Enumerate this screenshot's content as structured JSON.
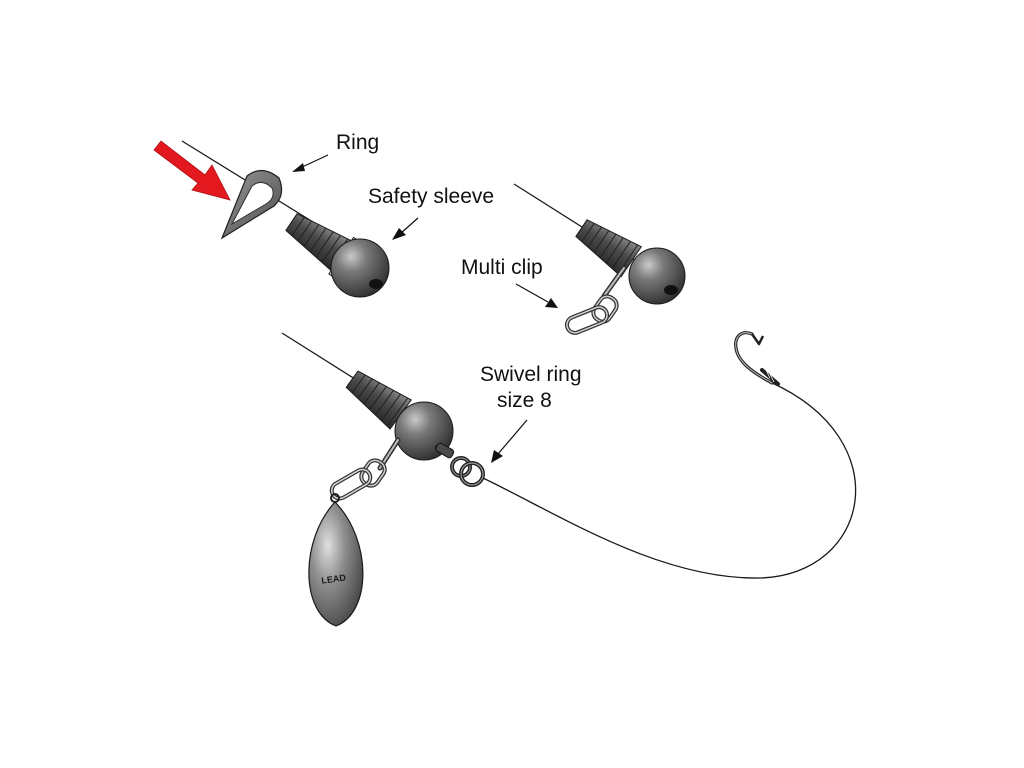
{
  "labels": {
    "ring": "Ring",
    "safety_sleeve": "Safety sleeve",
    "multi_clip": "Multi clip",
    "swivel_ring_line1": "Swivel ring",
    "swivel_ring_line2": "size 8",
    "lead": "LEAD"
  },
  "colors": {
    "pointer_arrow": "#e3191f",
    "bead": "#5a5a5a",
    "line": "#1a1a1a"
  }
}
